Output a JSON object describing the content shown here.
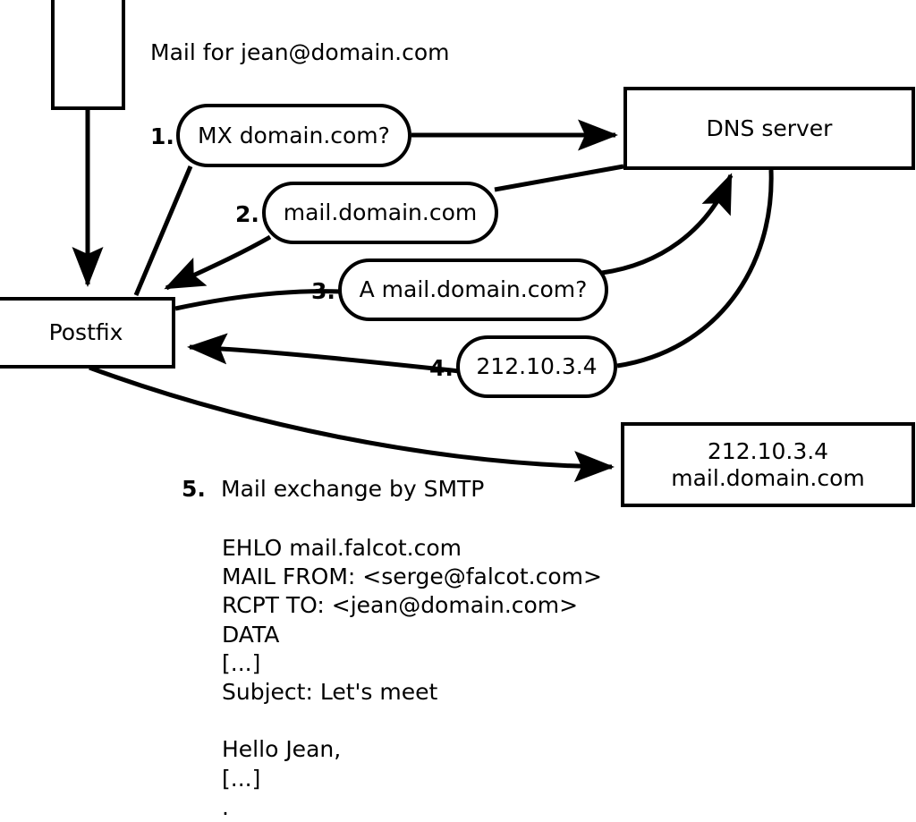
{
  "diagram": {
    "title": "Mail for jean@domain.com",
    "nodes": {
      "sender_box": {
        "label": ""
      },
      "postfix": {
        "label": "Postfix"
      },
      "dns_server": {
        "label": "DNS server"
      },
      "mail_server": {
        "line1": "212.10.3.4",
        "line2": "mail.domain.com"
      }
    },
    "steps": [
      {
        "num": "1.",
        "label": "MX domain.com?"
      },
      {
        "num": "2.",
        "label": "mail.domain.com"
      },
      {
        "num": "3.",
        "label": "A mail.domain.com?"
      },
      {
        "num": "4.",
        "label": "212.10.3.4"
      },
      {
        "num": "5.",
        "label": "Mail exchange by SMTP"
      }
    ],
    "smtp_transcript": [
      "EHLO mail.falcot.com",
      "MAIL FROM: <serge@falcot.com>",
      "RCPT TO: <jean@domain.com>",
      "DATA",
      "[...]",
      "Subject: Let's meet",
      "",
      "Hello Jean,",
      "[...]",
      "."
    ],
    "colors": {
      "stroke": "#000000",
      "fill": "#ffffff",
      "text": "#000000"
    }
  }
}
